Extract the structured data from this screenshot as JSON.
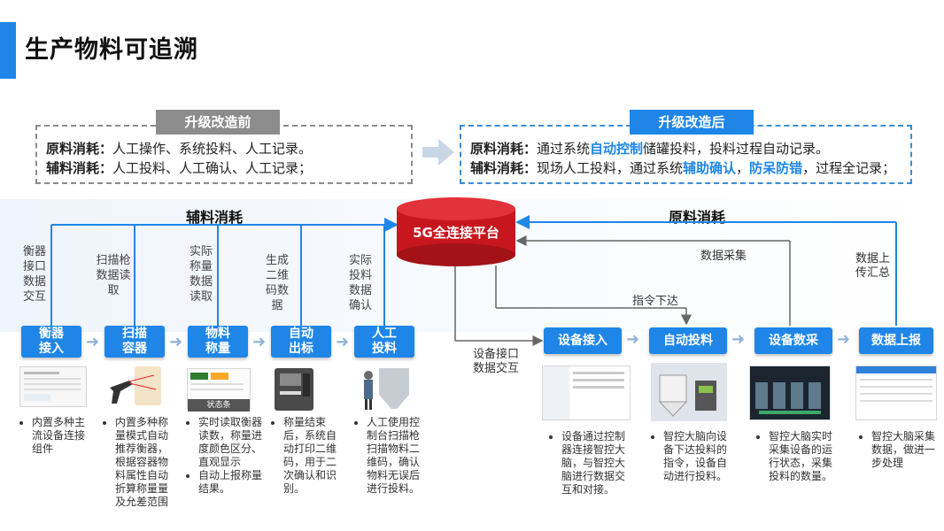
{
  "title": "生产物料可追溯",
  "before": {
    "tag": "升级改造前",
    "line1_label": "原料消耗：",
    "line1_text": "人工操作、系统投料、人工记录。",
    "line2_label": "辅料消耗：",
    "line2_text": "人工投料、人工确认、人工记录；"
  },
  "after": {
    "tag": "升级改造后",
    "line1_label": "原料消耗：",
    "line1_a": "通过系统",
    "line1_hl": "自动控制",
    "line1_b": "储罐投料，投料过程自动记录。",
    "line2_label": "辅料消耗：",
    "line2_a": "现场人工投料，通过系统",
    "line2_hl1": "辅助确认",
    "line2_sep": "，",
    "line2_hl2": "防呆防错",
    "line2_b": "，过程全记录；"
  },
  "sections": {
    "left": "辅料消耗",
    "right": "原料消耗"
  },
  "platform": "5G全连接平台",
  "left_flow": {
    "vlabels": [
      "衡器\n接口\n数据\n交互",
      "扫描枪\n数据读\n取",
      "实际\n称量\n数据\n读取",
      "生成\n二维\n码数\n据",
      "实际\n投料\n数据\n确认"
    ],
    "steps": [
      "衡器\n接入",
      "扫描\n容器",
      "物料\n称量",
      "自动\n出标",
      "人工\n投料"
    ],
    "status_strip": "状态条",
    "descs": [
      "内置多种主流设备连接组件",
      "内置多种称量模式自动推荐衡器，根据容器物料属性自动折算称量量及允差范围",
      "实时读取衡器读数，称量进度颜色区分、直观显示|自动上报称量结果。",
      "称量结束后，系统自动打印二维码，用于二次确认和识别。",
      "人工使用控制台扫描枪扫描物料二维码，确认物料无误后进行投料。"
    ]
  },
  "right_flow": {
    "steps": [
      "设备接入",
      "自动投料",
      "设备数采",
      "数据上报"
    ],
    "labels": {
      "collect": "数据采集",
      "command": "指令下达",
      "device_iface": "设备接口\n数据交互",
      "report": "数据上\n传汇总"
    },
    "descs": [
      "设备通过控制器连接智控大脑，与智控大脑进行数据交互和对接。",
      "智控大脑向设备下达投料的指令，设备自动进行投料。",
      "智控大脑实时采集设备的运行状态，采集投料的数量。",
      "智控大脑采集数据，做进一步处理"
    ]
  },
  "colors": {
    "accent": "#1f86e8",
    "platform": "#c8161e",
    "gray": "#8c8c8c"
  }
}
